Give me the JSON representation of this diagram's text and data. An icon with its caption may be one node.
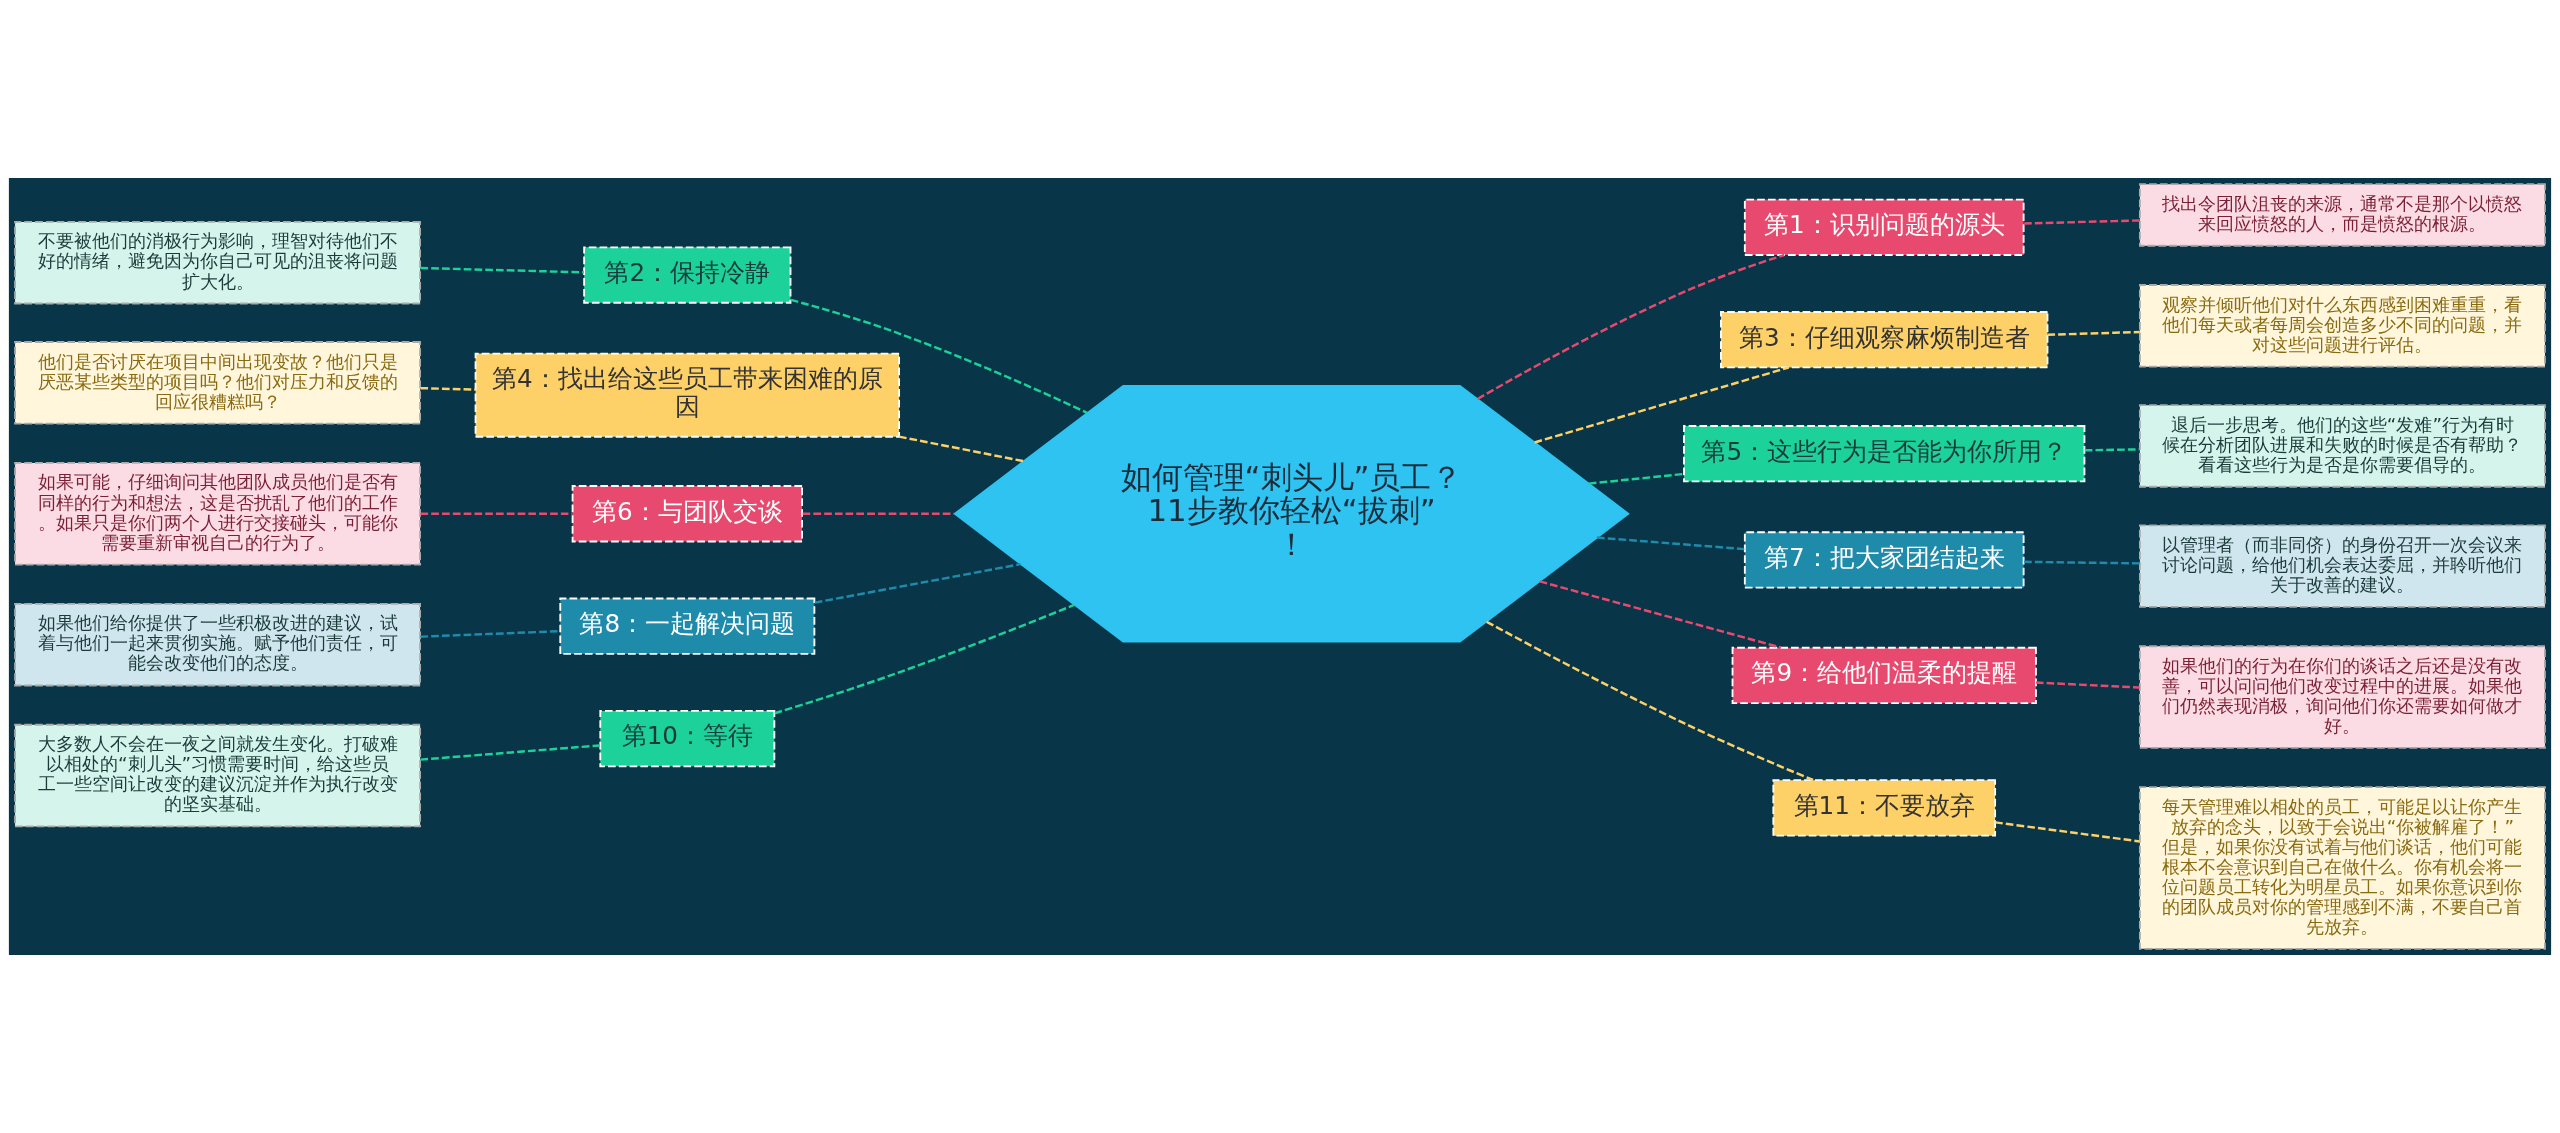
{
  "diagram": {
    "nodes": [
      {
        "text": [
          "如何管理“刺头儿”员工？ 11步教你轻松“拔刺”！"
        ]
      },
      {
        "text": [
          "第1：识别问题的源头"
        ]
      },
      {
        "text": [
          "找出令团队沮丧的来源，通常不是那个以愤怒来回应愤怒的人，而是愤怒的根源。"
        ]
      },
      {
        "text": [
          "第2：保持冷静"
        ]
      },
      {
        "text": [
          "不要被他们的消极行为影响，理智对待他们不好的情绪，避免因为你自己可见的沮丧将问题扩大化。"
        ]
      },
      {
        "text": [
          "第3：仔细观察麻烦制造者"
        ]
      },
      {
        "text": [
          "观察并倾听他们对什么东西感到困难重重，看他们每天或者每周会创造多少不同的问题，并对这些问题进行评估。"
        ]
      },
      {
        "text": [
          "第4：找出给这些员工带来困难的原因"
        ]
      },
      {
        "text": [
          "他们是否讨厌在项目中间出现变故？他们只是厌恶某些类型的项目吗？他们对压力和反馈的回应很糟糕吗？"
        ]
      },
      {
        "text": [
          "第5：这些行为是否能为你所用？"
        ]
      },
      {
        "text": [
          "退后一步思考。他们的这些“发难”行为有时候在分析团队进展和失败的时候是否有帮助？看看这些行为是否是你需要倡导的。"
        ]
      },
      {
        "text": [
          "第6：与团队交谈"
        ]
      },
      {
        "text": [
          "如果可能，仔细询问其他团队成员他们是否有同样的行为和想法，这是否扰乱了他们的工作。如果只是你们两个人进行交接碰头，可能你需要重新审视自己的行为了。"
        ]
      },
      {
        "text": [
          "第7：把大家团结起来"
        ]
      },
      {
        "text": [
          "以管理者（而非同侪）的身份召开一次会议来讨论问题，给他们机会表达委屈，并聆听他们关于改善的建议。"
        ]
      },
      {
        "text": [
          "第8：一起解决问题"
        ]
      },
      {
        "text": [
          "如果他们给你提供了一些积极改进的建议，试着与他们一起来贯彻实施。赋予他们责任，可能会改变他们的态度。"
        ]
      },
      {
        "text": [
          "第9：给他们温柔的提醒"
        ]
      },
      {
        "text": [
          "如果他们的行为在你们的谈话之后还是没有改善，可以问问他们改变过程中的进展。如果他们仍然表现消极，询问他们你还需要如何做才好。"
        ]
      },
      {
        "text": [
          "第10：等待"
        ]
      },
      {
        "text": [
          "大多数人不会在一夜之间就发生变化。打破难以相处的“刺儿头”习惯需要时间，给这些员工一些空间让改变的建议沉淀并作为执行改变的坚实基础。"
        ]
      },
      {
        "text": [
          "第11：不要放弃"
        ]
      },
      {
        "text": [
          "每天管理难以相处的员工，可能足以让你产生放弃的念头，以致于会说出“你被解雇了！”但是，如果你没有试着与他们谈话，他们可能根本不会意识到自己在做什么。你有机会将一位问题员工转化为明星员工。如果你意识到你的团队成员对你的管理感到不满，不要自己首先放弃。"
        ]
      }
    ],
    "edges": [
      {
        "from": 0,
        "to": 1,
        "arrow": "none",
        "style": "dashed",
        "color": "#e84a6f"
      },
      {
        "from": 1,
        "to": 2,
        "arrow": "none",
        "style": "dashed",
        "color": "#e84a6f"
      },
      {
        "from": 0,
        "to": 3,
        "arrow": "none",
        "style": "dashed",
        "color": "#1dd19a"
      },
      {
        "from": 3,
        "to": 4,
        "arrow": "none",
        "style": "dashed",
        "color": "#1dd19a"
      },
      {
        "from": 0,
        "to": 5,
        "arrow": "none",
        "style": "dashed",
        "color": "#fdd068"
      },
      {
        "from": 5,
        "to": 6,
        "arrow": "none",
        "style": "dashed",
        "color": "#fdd068"
      },
      {
        "from": 0,
        "to": 7,
        "arrow": "none",
        "style": "dashed",
        "color": "#fdd068"
      },
      {
        "from": 7,
        "to": 8,
        "arrow": "none",
        "style": "dashed",
        "color": "#fdd068"
      },
      {
        "from": 0,
        "to": 9,
        "arrow": "none",
        "style": "dashed",
        "color": "#1dd19a"
      },
      {
        "from": 9,
        "to": 10,
        "arrow": "none",
        "style": "dashed",
        "color": "#1dd19a"
      },
      {
        "from": 0,
        "to": 11,
        "arrow": "none",
        "style": "dashed",
        "color": "#e84a6f"
      },
      {
        "from": 11,
        "to": 12,
        "arrow": "none",
        "style": "dashed",
        "color": "#e84a6f"
      },
      {
        "from": 0,
        "to": 13,
        "arrow": "none",
        "style": "dashed",
        "color": "#1f8bab"
      },
      {
        "from": 13,
        "to": 14,
        "arrow": "none",
        "style": "dashed",
        "color": "#1f8bab"
      },
      {
        "from": 0,
        "to": 15,
        "arrow": "none",
        "style": "dashed",
        "color": "#1f8bab"
      },
      {
        "from": 15,
        "to": 16,
        "arrow": "none",
        "style": "dashed",
        "color": "#1f8bab"
      },
      {
        "from": 0,
        "to": 17,
        "arrow": "none",
        "style": "dashed",
        "color": "#e84a6f"
      },
      {
        "from": 17,
        "to": 18,
        "arrow": "none",
        "style": "dashed",
        "color": "#e84a6f"
      },
      {
        "from": 0,
        "to": 19,
        "arrow": "none",
        "style": "dashed",
        "color": "#1dd19a"
      },
      {
        "from": 19,
        "to": 20,
        "arrow": "none",
        "style": "dashed",
        "color": "#1dd19a"
      },
      {
        "from": 0,
        "to": 21,
        "arrow": "none",
        "style": "dashed",
        "color": "#fdd068"
      },
      {
        "from": 21,
        "to": 22,
        "arrow": "none",
        "style": "dashed",
        "color": "#fdd068"
      }
    ]
  }
}
